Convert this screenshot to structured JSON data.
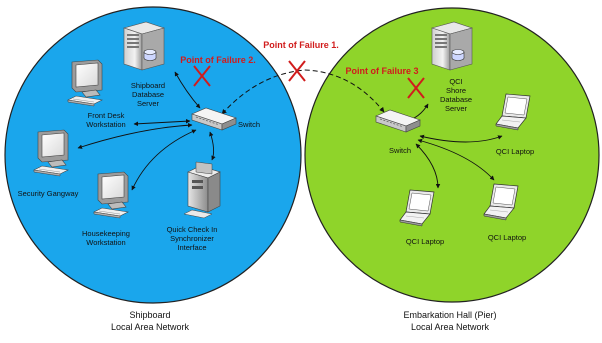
{
  "colors": {
    "ship_lan": "#1aa6ec",
    "pier_lan": "#8fd42a",
    "failure": "#d11c1c",
    "link": "#111111"
  },
  "ship_lan": {
    "caption_line1": "Shipboard",
    "caption_line2": "Local Area Network",
    "nodes": {
      "db_server": {
        "line1": "Shipboard",
        "line2": "Database",
        "line3": "Server",
        "icon": "server-icon"
      },
      "front_desk": {
        "line1": "Front Desk",
        "line2": "Workstation",
        "icon": "desktop-icon"
      },
      "switch": {
        "label": "Switch",
        "icon": "switch-icon"
      },
      "security_gangway": {
        "label": "Security Gangway",
        "icon": "desktop-icon"
      },
      "housekeeping": {
        "line1": "Housekeeping",
        "line2": "Workstation",
        "icon": "desktop-icon"
      },
      "quick_check": {
        "line1": "Quick Check In",
        "line2": "Synchronizer",
        "line3": "Interface",
        "icon": "tower-pc-icon"
      }
    }
  },
  "pier_lan": {
    "caption_line1": "Embarkation Hall (Pier)",
    "caption_line2": "Local Area Network",
    "nodes": {
      "db_server": {
        "line1": "QCI",
        "line2": "Shore",
        "line3": "Database",
        "line4": "Server",
        "icon": "server-icon"
      },
      "switch": {
        "label": "Switch",
        "icon": "switch-icon"
      },
      "laptop_top": {
        "label": "QCI Laptop",
        "icon": "laptop-icon"
      },
      "laptop_left": {
        "label": "QCI Laptop",
        "icon": "laptop-icon"
      },
      "laptop_right": {
        "label": "QCI Laptop",
        "icon": "laptop-icon"
      }
    }
  },
  "failures": {
    "point1": "Point of Failure 1.",
    "point2": "Point of Failure 2.",
    "point3": "Point of Failure 3"
  }
}
